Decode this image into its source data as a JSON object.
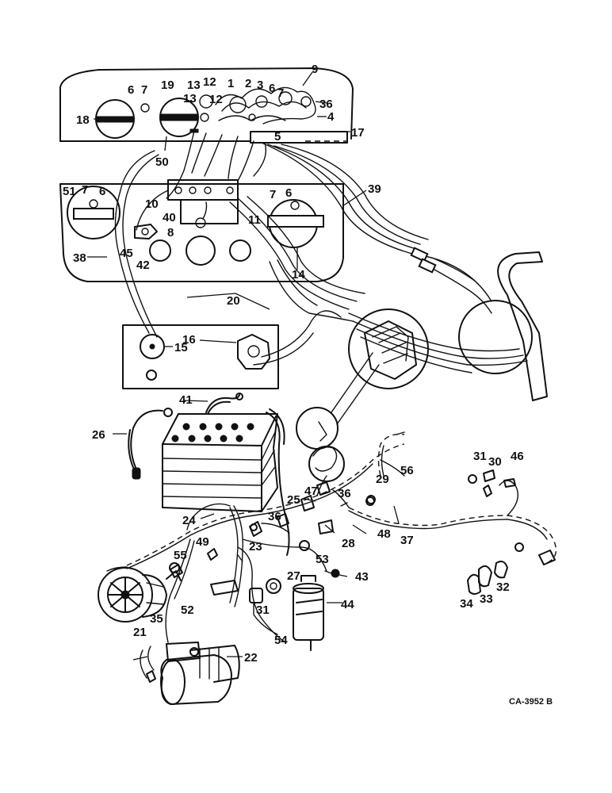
{
  "diagram": {
    "drawing_number": "CA-3952 B",
    "callouts": [
      "1",
      "2",
      "3",
      "4",
      "5",
      "6",
      "7",
      "8",
      "9",
      "10",
      "11",
      "12",
      "13",
      "14",
      "15",
      "16",
      "17",
      "18",
      "19",
      "20",
      "21",
      "22",
      "23",
      "24",
      "25",
      "26",
      "27",
      "28",
      "29",
      "30",
      "31",
      "32",
      "33",
      "34",
      "35",
      "36",
      "37",
      "38",
      "39",
      "40",
      "41",
      "42",
      "43",
      "44",
      "45",
      "46",
      "47",
      "48",
      "49",
      "50",
      "51",
      "52",
      "53",
      "54",
      "55",
      "56"
    ],
    "parts": {
      "instrument_panel_upper": "instrument-panel-upper",
      "instrument_panel_lower": "instrument-panel-lower",
      "switch_plate": "switch-plate",
      "battery": "battery",
      "alternator": "alternator",
      "starter_motor": "starter-motor",
      "ignition_coil": "ignition-coil",
      "main_wiring_harness": "wiring-harness",
      "rear_wiring_harness": "rear-wiring-harness"
    },
    "colors": {
      "ink": "#111111",
      "paper": "#ffffff"
    }
  }
}
